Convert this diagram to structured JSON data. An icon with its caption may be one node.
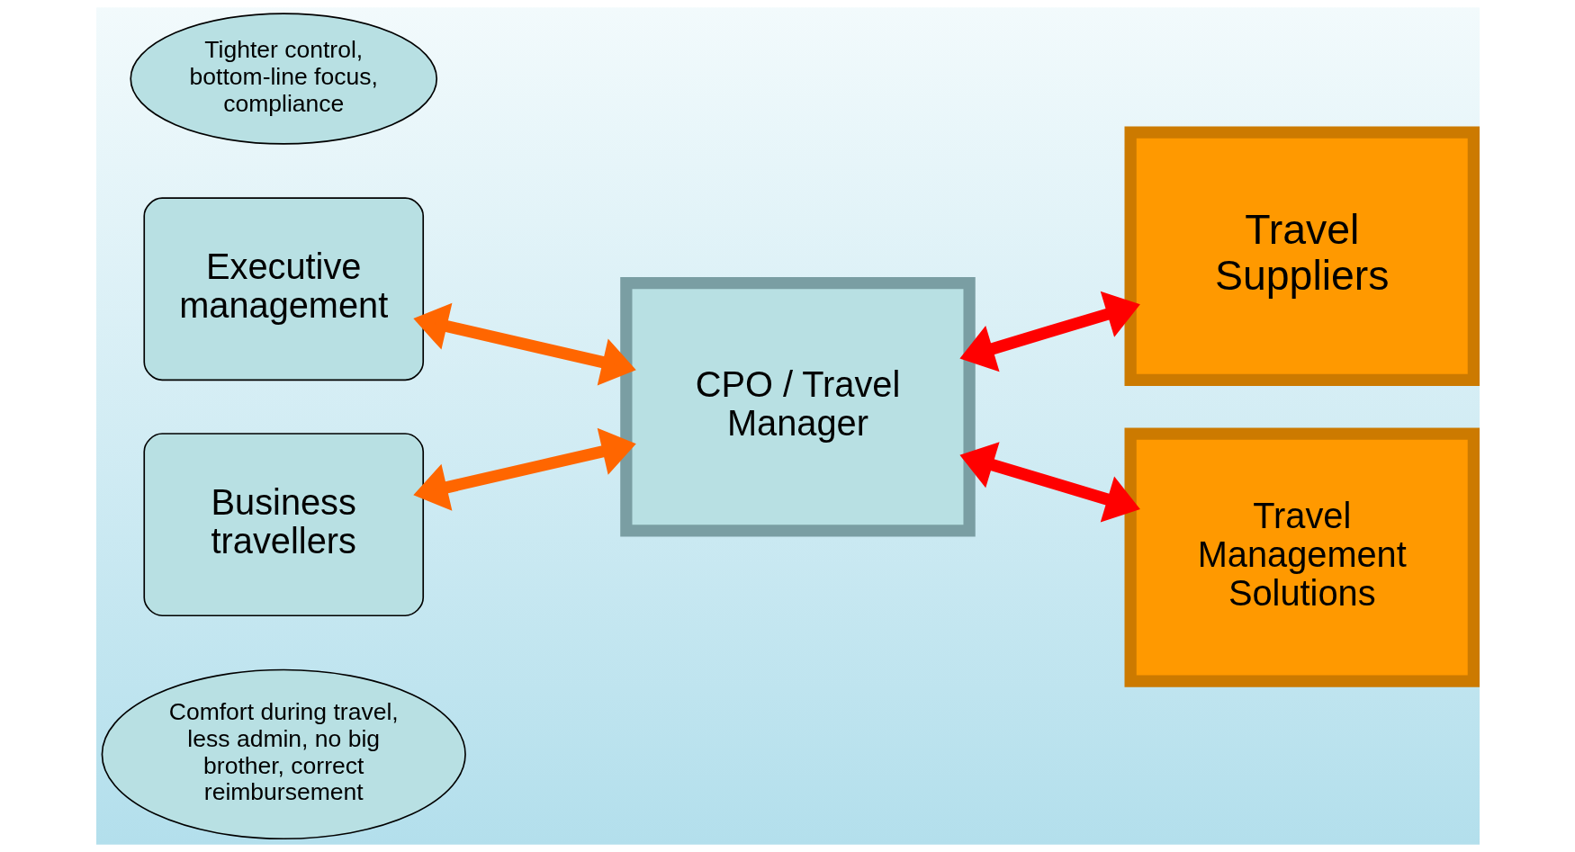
{
  "diagram": {
    "nodes": [
      {
        "text": [
          "Executive management"
        ]
      },
      {
        "text": [
          "Tighter control, bottom-line focus, compliance"
        ]
      },
      {
        "text": [
          "CPO / Travel Manager"
        ]
      },
      {
        "text": [
          "Business travellers"
        ]
      },
      {
        "text": [
          "Comfort during travel, less admin, no big brother, correct reimbursement"
        ]
      },
      {
        "text": [
          "Travel Suppliers"
        ]
      },
      {
        "text": [
          "Travel Management Solutions"
        ]
      }
    ],
    "edges": [
      {
        "from": 0,
        "to": 2,
        "arrow": "both",
        "color": "#ff6600"
      },
      {
        "from": 3,
        "to": 2,
        "arrow": "both",
        "color": "#ff6600"
      },
      {
        "from": 2,
        "to": 5,
        "arrow": "both",
        "color": "#ff0000"
      },
      {
        "from": 2,
        "to": 6,
        "arrow": "both",
        "color": "#ff0000"
      }
    ]
  }
}
